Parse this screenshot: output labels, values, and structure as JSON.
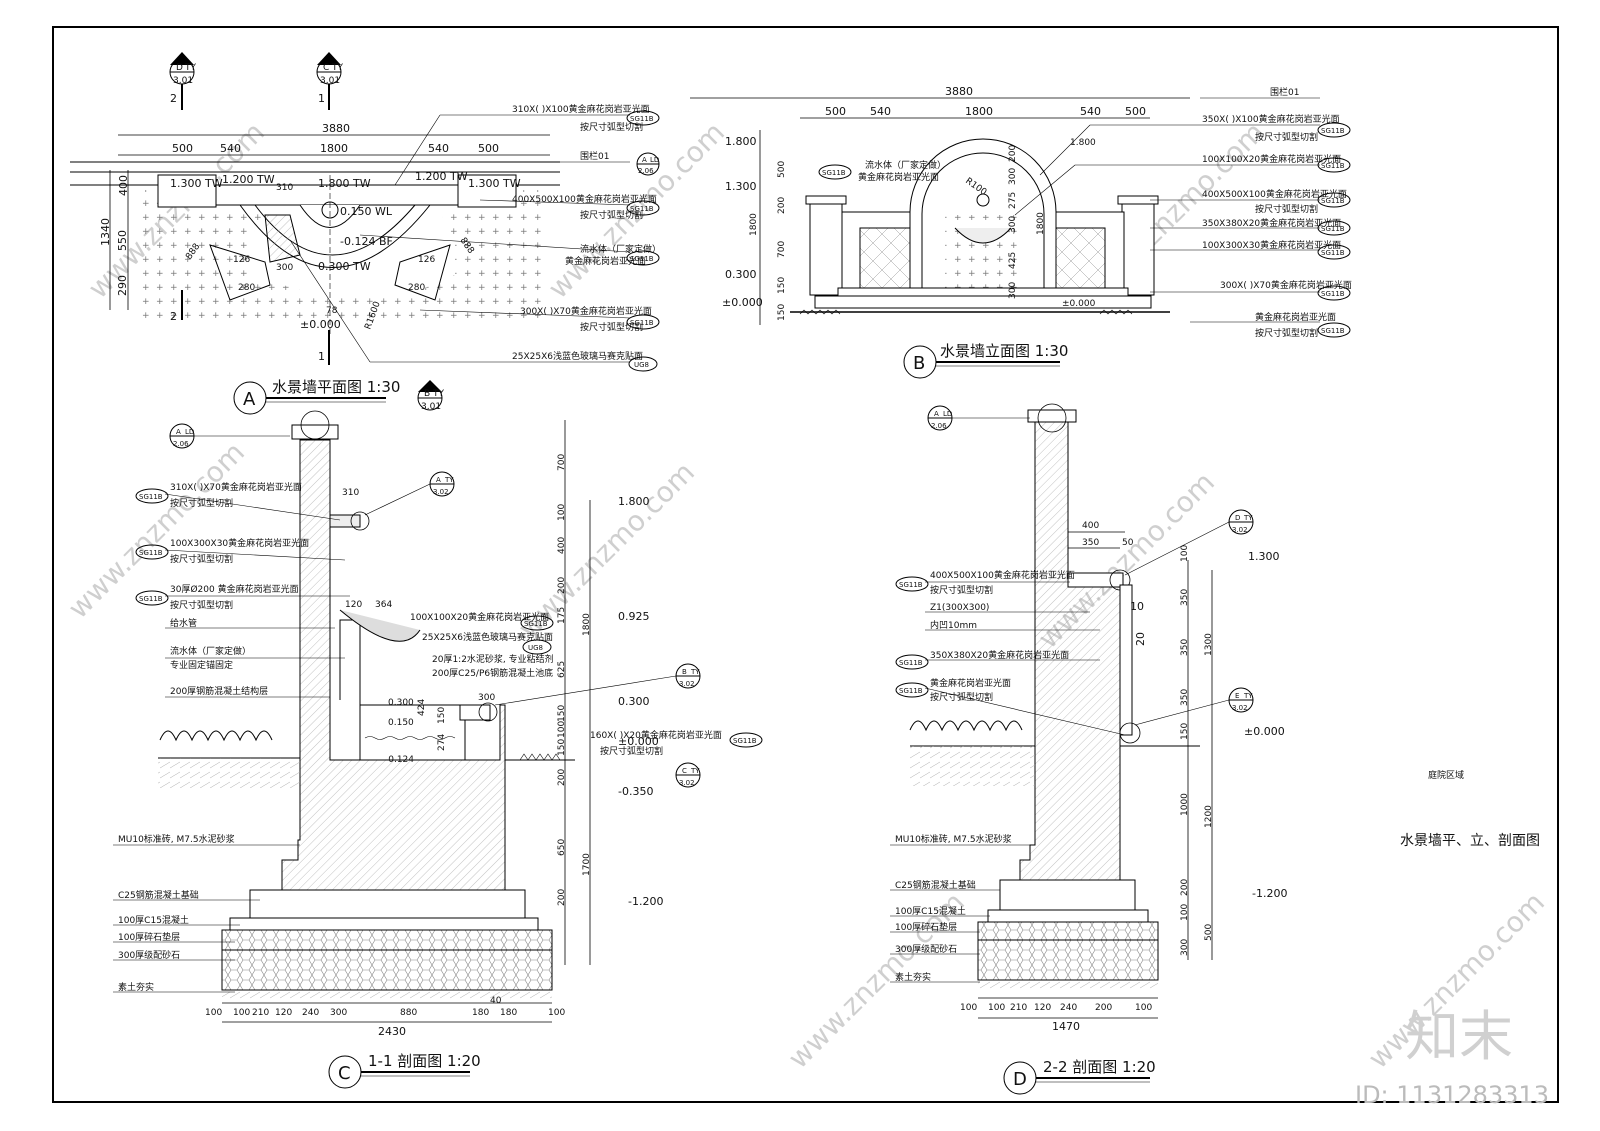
{
  "sheet": {
    "title": "水景墙平、立、剖面图",
    "area_note": "庭院区域",
    "id_text": "ID: 1131283313",
    "logo_text": "知末",
    "watermark": "www.znzmo.com"
  },
  "views": {
    "A": {
      "letter": "A",
      "title": "水景墙平面图 1:30"
    },
    "B": {
      "letter": "B",
      "title": "水景墙立面图 1:30"
    },
    "C": {
      "letter": "C",
      "title": "1-1 剖面图 1:20"
    },
    "D": {
      "letter": "D",
      "title": "2-2 剖面图 1:20"
    }
  },
  "plan": {
    "overall": "3880",
    "dims_top": [
      "500",
      "540",
      "1800",
      "540",
      "500"
    ],
    "dims_left": [
      "1340",
      "400",
      "550",
      "290"
    ],
    "levels": [
      "1.300 TW",
      "1.200 TW",
      "1.800 TW",
      "1.200 TW",
      "1.300 TW",
      "0.150 WL",
      "-0.124 BF",
      "0.300 TW",
      "±0.000"
    ],
    "small_dims": [
      "310",
      "300",
      "888",
      "888",
      "126",
      "126",
      "280",
      "280",
      "78",
      "R1600"
    ],
    "section_marks": [
      {
        "letter": "D",
        "sheet": "TY",
        "page": "3.01",
        "num": "2"
      },
      {
        "letter": "C",
        "sheet": "TY",
        "page": "3.01",
        "num": "1"
      },
      {
        "letter": "B",
        "sheet": "TY",
        "page": "3.01"
      },
      {
        "letter": "A",
        "sheet": "LD",
        "page": "2.06"
      }
    ],
    "callouts": [
      {
        "text": "310X( )X100黄金麻花岗岩亚光面",
        "sub": "按尺寸弧型切割",
        "tag": "SG11B"
      },
      {
        "text": "围栏01",
        "sub": "",
        "tag": ""
      },
      {
        "text": "400X500X100黄金麻花岗岩亚光面",
        "sub": "按尺寸弧型切割",
        "tag": "SG11B"
      },
      {
        "text": "流水体（厂家定做）",
        "sub": "黄金麻花岗岩亚光面",
        "tag": "SG11B"
      },
      {
        "text": "300X( )X70黄金麻花岗岩亚光面",
        "sub": "按尺寸弧型切割",
        "tag": "SG11B"
      },
      {
        "text": "25X25X6浅蓝色玻璃马赛克贴面",
        "sub": "",
        "tag": "UG8"
      }
    ]
  },
  "elevation": {
    "overall": "3880",
    "dims_top": [
      "500",
      "540",
      "1800",
      "540",
      "500"
    ],
    "railing": "围栏01",
    "levels": [
      "1.800",
      "1.300",
      "0.300",
      "±0.000",
      "1.800",
      "±0.000"
    ],
    "dims_left": [
      "500",
      "200",
      "1800",
      "700",
      "150",
      "150"
    ],
    "dims_center": [
      "200",
      "300",
      "275",
      "300",
      "425",
      "300",
      "1800",
      "R100"
    ],
    "left_note": [
      "流水体（厂家定做）",
      "黄金麻花岗岩亚光面"
    ],
    "left_tag": "SG11B",
    "callouts": [
      {
        "text": "350X( )X100黄金麻花岗岩亚光面",
        "sub": "按尺寸弧型切割",
        "tag": "SG11B"
      },
      {
        "text": "100X100X20黄金麻花岗岩亚光面",
        "sub": "",
        "tag": "SG11B"
      },
      {
        "text": "400X500X100黄金麻花岗岩亚光面",
        "sub": "按尺寸弧型切割",
        "tag": "SG11B"
      },
      {
        "text": "350X380X20黄金麻花岗岩亚光面",
        "sub": "",
        "tag": "SG11B"
      },
      {
        "text": "100X300X30黄金麻花岗岩亚光面",
        "sub": "",
        "tag": "SG11B"
      },
      {
        "text": "300X( )X70黄金麻花岗岩亚光面",
        "sub": "",
        "tag": "SG11B"
      },
      {
        "text": "黄金麻花岗岩亚光面",
        "sub": "按尺寸弧型切割",
        "tag": "SG11B"
      }
    ]
  },
  "section1": {
    "left_notes": [
      {
        "text": "310X( )X70黄金麻花岗岩亚光面",
        "sub": "按尺寸弧型切割",
        "tag": "SG11B"
      },
      {
        "text": "100X300X30黄金麻花岗岩亚光面",
        "sub": "按尺寸弧型切割",
        "tag": "SG11B"
      },
      {
        "text": "30厚Ø200 黄金麻花岗岩亚光面",
        "sub": "按尺寸弧型切割",
        "tag": "SG11B"
      },
      {
        "text": "给水管",
        "sub": "",
        "tag": ""
      },
      {
        "text": "流水体（厂家定做）",
        "sub": "专业固定锚固定",
        "tag": ""
      },
      {
        "text": "200厚钢筋混凝土结构层",
        "sub": "",
        "tag": ""
      },
      {
        "text": "MU10标准砖, M7.5水泥砂浆",
        "sub": "",
        "tag": ""
      },
      {
        "text": "C25钢筋混凝土基础",
        "sub": "",
        "tag": ""
      },
      {
        "text": "100厚C15混凝土",
        "sub": "",
        "tag": ""
      },
      {
        "text": "100厚碎石垫层",
        "sub": "",
        "tag": ""
      },
      {
        "text": "300厚级配砂石",
        "sub": "",
        "tag": ""
      },
      {
        "text": "素土夯实",
        "sub": "",
        "tag": ""
      }
    ],
    "inner_notes": [
      {
        "text": "100X100X20黄金麻花岗岩亚光面",
        "tag": "SG11B"
      },
      {
        "text": "25X25X6浅蓝色玻璃马赛克贴面",
        "tag": "UG8"
      },
      {
        "text": "20厚1:2水泥砂浆, 专业粘结剂",
        "tag": ""
      },
      {
        "text": "200厚C25/P6钢筋混凝土池底",
        "tag": ""
      },
      {
        "text": "160X( )X20黄金麻花岗岩亚光面",
        "tag": "SG11B"
      },
      {
        "text": "按尺寸弧型切割",
        "tag": ""
      }
    ],
    "inner_dims": [
      "310",
      "120",
      "364",
      "300",
      "424",
      "150",
      "274"
    ],
    "inner_levels": [
      "0.300",
      "0.150",
      "-0.124"
    ],
    "right_dims": [
      "700",
      "100",
      "400",
      "200",
      "175",
      "1800",
      "625",
      "150",
      "100",
      "150",
      "200",
      "650",
      "200",
      "1700"
    ],
    "right_levels": [
      "1.800",
      "0.925",
      "0.300",
      "±0.000",
      "-0.350",
      "-1.200"
    ],
    "bottom_dims": [
      "100",
      "100",
      "210",
      "120",
      "240",
      "300",
      "880",
      "180",
      "40",
      "180",
      "100"
    ],
    "overall": "2430",
    "marks": [
      {
        "letter": "A",
        "sheet": "LD",
        "page": "2.06"
      },
      {
        "letter": "A",
        "sheet": "TY",
        "page": "3.02"
      },
      {
        "letter": "B",
        "sheet": "TY",
        "page": "3.02"
      },
      {
        "letter": "C",
        "sheet": "TY",
        "page": "3.02"
      }
    ]
  },
  "section2": {
    "left_notes": [
      {
        "text": "400X500X100黄金麻花岗岩亚光面",
        "sub": "按尺寸弧型切割",
        "tag": "SG11B"
      },
      {
        "text": "Z1(300X300)",
        "sub": "",
        "tag": ""
      },
      {
        "text": "内凹10mm",
        "sub": "",
        "tag": ""
      },
      {
        "text": "350X380X20黄金麻花岗岩亚光面",
        "sub": "",
        "tag": "SG11B"
      },
      {
        "text": "黄金麻花岗岩亚光面",
        "sub": "按尺寸弧型切割",
        "tag": "SG11B"
      },
      {
        "text": "MU10标准砖, M7.5水泥砂浆",
        "sub": "",
        "tag": ""
      },
      {
        "text": "C25钢筋混凝土基础",
        "sub": "",
        "tag": ""
      },
      {
        "text": "100厚C15混凝土",
        "sub": "",
        "tag": ""
      },
      {
        "text": "100厚碎石垫层",
        "sub": "",
        "tag": ""
      },
      {
        "text": "300厚级配砂石",
        "sub": "",
        "tag": ""
      },
      {
        "text": "素土夯实",
        "sub": "",
        "tag": ""
      }
    ],
    "top_dims": [
      "400",
      "350",
      "50",
      "10",
      "20"
    ],
    "right_dims": [
      "100",
      "350",
      "350",
      "1300",
      "350",
      "150",
      "1000",
      "1200",
      "200",
      "100",
      "500",
      "300"
    ],
    "right_levels": [
      "1.300",
      "±0.000",
      "-1.200"
    ],
    "bottom_dims": [
      "100",
      "100",
      "210",
      "120",
      "240",
      "200",
      "100"
    ],
    "overall": "1470",
    "marks": [
      {
        "letter": "A",
        "sheet": "LD",
        "page": "2.06"
      },
      {
        "letter": "D",
        "sheet": "TY",
        "page": "3.02"
      },
      {
        "letter": "E",
        "sheet": "TY",
        "page": "3.02"
      }
    ]
  }
}
